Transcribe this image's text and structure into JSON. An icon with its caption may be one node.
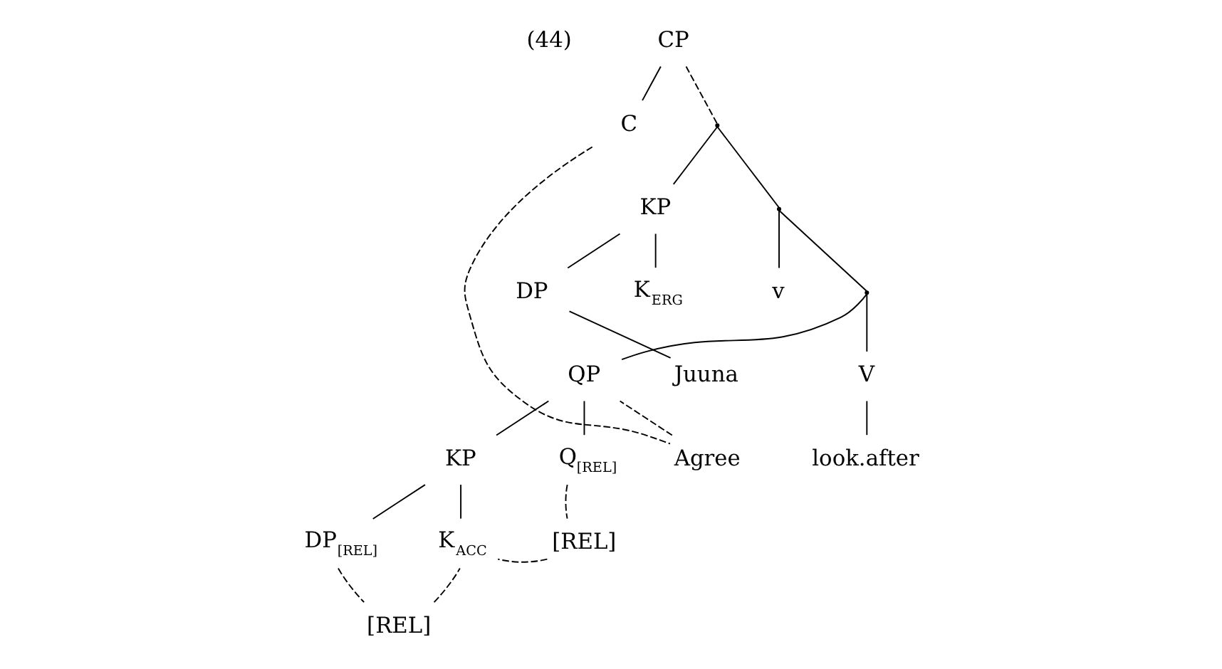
{
  "diagram": {
    "nodes": [
      {
        "text": [
          "CP"
        ]
      },
      {
        "text": [
          "C"
        ]
      },
      {
        "text": [],
        "shape": "point"
      },
      {
        "text": [
          "KP"
        ]
      },
      {
        "text": [],
        "shape": "point"
      },
      {
        "text": [
          "DP"
        ]
      },
      {
        "text": [
          "K$_{ERG}$"
        ]
      },
      {
        "text": [
          "v"
        ]
      },
      {
        "text": [],
        "shape": "point"
      },
      {
        "text": [
          "Juuna"
        ]
      },
      {
        "text": [
          "QP"
        ]
      },
      {
        "text": [
          "V"
        ]
      },
      {
        "text": [
          "KP"
        ]
      },
      {
        "text": [
          "Q$_{[REL]}$"
        ]
      },
      {
        "text": [
          "look.after"
        ]
      },
      {
        "text": [
          "DP$_{[REL]}$"
        ]
      },
      {
        "text": [
          "K$_{ACC}$"
        ]
      },
      {
        "text": [
          "Agree"
        ]
      },
      {
        "text": [
          "[REL]"
        ]
      },
      {
        "text": [
          "[REL]"
        ]
      }
    ],
    "edges": [
      {
        "from": 0,
        "to": 1,
        "arrow": "none"
      },
      {
        "from": 0,
        "to": 2,
        "arrow": "none",
        "style": "dashed"
      },
      {
        "from": 2,
        "to": 3,
        "arrow": "none"
      },
      {
        "from": 2,
        "to": 4,
        "arrow": "none"
      },
      {
        "from": 3,
        "to": 5,
        "arrow": "none"
      },
      {
        "from": 3,
        "to": 6,
        "arrow": "none"
      },
      {
        "from": 4,
        "to": 7,
        "arrow": "none"
      },
      {
        "from": 4,
        "to": 8,
        "arrow": "none"
      },
      {
        "from": 5,
        "to": 9,
        "arrow": "none"
      },
      {
        "from": 8,
        "to": 10,
        "arrow": "none"
      },
      {
        "from": 8,
        "to": 11,
        "arrow": "none"
      },
      {
        "from": 10,
        "to": 12,
        "arrow": "none"
      },
      {
        "from": 10,
        "to": 13,
        "arrow": "none"
      },
      {
        "from": 11,
        "to": 14,
        "arrow": "none"
      },
      {
        "from": 12,
        "to": 15,
        "arrow": "none"
      },
      {
        "from": 12,
        "to": 16,
        "arrow": "none"
      },
      {
        "from": 1,
        "to": 17,
        "arrow": "none",
        "style": "dashed"
      },
      {
        "from": 17,
        "to": 10,
        "arrow": "none",
        "style": "dashed"
      },
      {
        "from": 13,
        "to": 18,
        "arrow": "none",
        "style": "dashed"
      },
      {
        "from": 18,
        "to": 16,
        "arrow": "none",
        "style": "dashed"
      },
      {
        "from": 15,
        "to": 19,
        "arrow": "none",
        "style": "dashed"
      },
      {
        "from": 19,
        "to": 16,
        "arrow": "none",
        "style": "dashed"
      }
    ],
    "labels": [
      "(44)"
    ]
  }
}
